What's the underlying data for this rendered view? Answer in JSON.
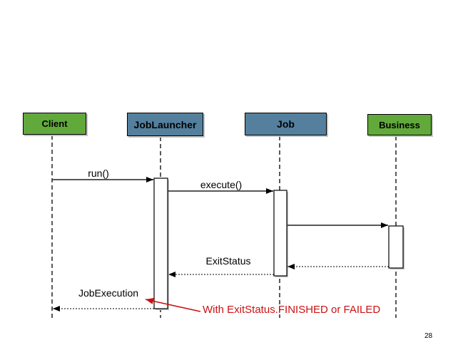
{
  "page": {
    "number": "28",
    "background": "#ffffff"
  },
  "colors": {
    "actor_green": "#62a93c",
    "actor_blue": "#54809e",
    "box_border": "#000000",
    "message_line": "#3f3f3f",
    "annotation_red": "#cc1111",
    "shadow_gray": "#c4c4c4"
  },
  "actors": [
    {
      "name": "Client",
      "fill": "green"
    },
    {
      "name": "JobLauncher",
      "fill": "blue"
    },
    {
      "name": "Job",
      "fill": "blue"
    },
    {
      "name": "Business",
      "fill": "green"
    }
  ],
  "messages": [
    {
      "from": "Client",
      "to": "JobLauncher",
      "label": "run()",
      "line": "solid"
    },
    {
      "from": "JobLauncher",
      "to": "Job",
      "label": "execute()",
      "line": "solid"
    },
    {
      "from": "Job",
      "to": "Business",
      "label": "",
      "line": "solid"
    },
    {
      "from": "Business",
      "to": "Job",
      "label": "",
      "line": "dotted"
    },
    {
      "from": "Job",
      "to": "JobLauncher",
      "label": "ExitStatus",
      "line": "dotted"
    },
    {
      "from": "JobLauncher",
      "to": "Client",
      "label": "JobExecution",
      "line": "dotted"
    }
  ],
  "annotation": {
    "text": "With ExitStatus.FINISHED or FAILED",
    "color": "#cc1111",
    "points_to": "JobExecution return"
  }
}
